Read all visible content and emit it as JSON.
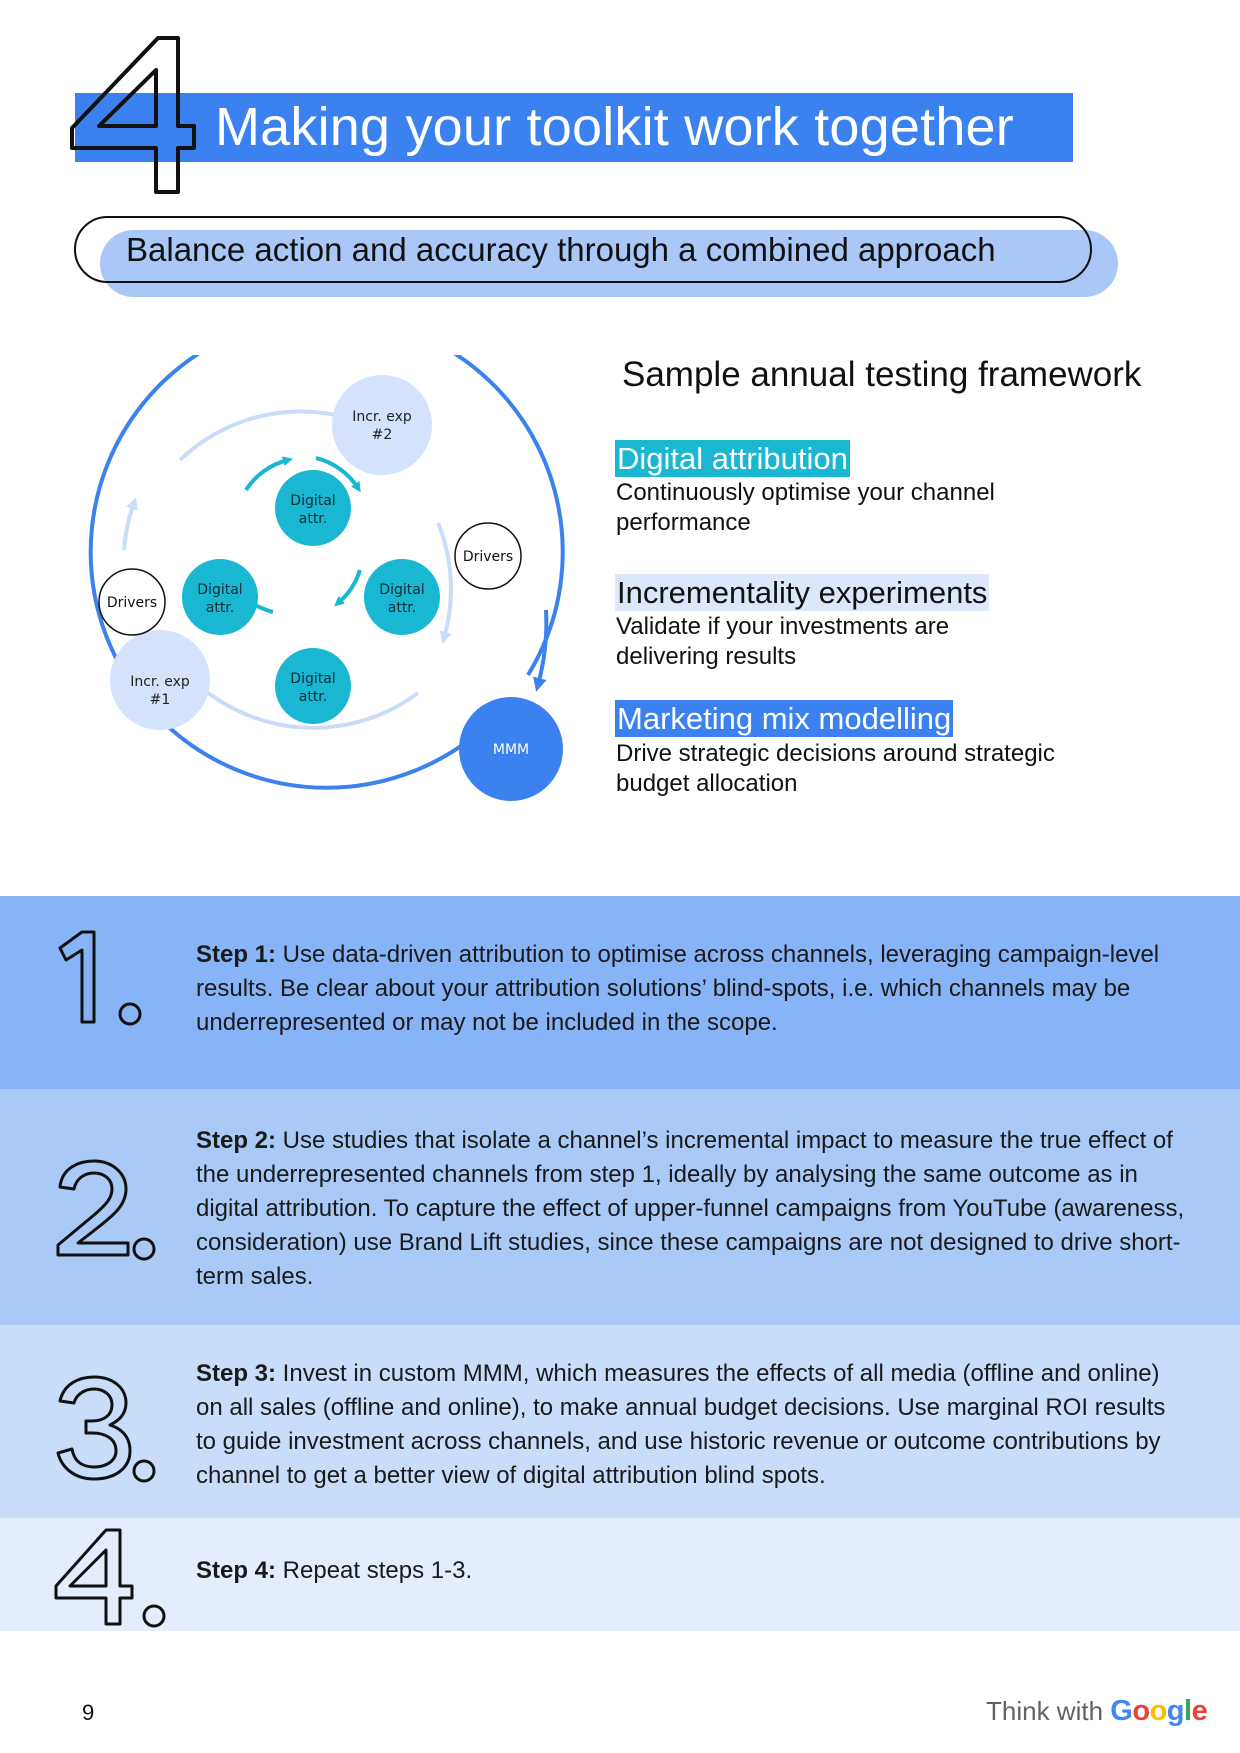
{
  "header": {
    "section_number": "4",
    "title": "Making your toolkit work together"
  },
  "subtitle": "Balance action and accuracy through a combined approach",
  "diagram": {
    "nodes": {
      "digital_top": [
        "Digital",
        "attr."
      ],
      "digital_left": [
        "Digital",
        "attr."
      ],
      "digital_right": [
        "Digital",
        "attr."
      ],
      "digital_bottom": [
        "Digital",
        "attr."
      ],
      "incr_exp_2": [
        "Incr. exp",
        "#2"
      ],
      "incr_exp_1": [
        "Incr. exp",
        "#1"
      ],
      "drivers_right": "Drivers",
      "drivers_left": "Drivers",
      "mmm": "MMM"
    }
  },
  "framework": {
    "title": "Sample annual testing framework",
    "items": [
      {
        "heading": "Digital attribution",
        "description": "Continuously optimise your channel performance",
        "color": "#19b7d2"
      },
      {
        "heading": "Incrementality experiments",
        "description": "Validate if your investments are delivering results",
        "color": "#dce7fb"
      },
      {
        "heading": "Marketing mix modelling",
        "description": "Drive strategic decisions around strategic budget allocation",
        "color": "#3b82f0"
      }
    ]
  },
  "steps": [
    {
      "number": "1.",
      "label": "Step 1:",
      "text": " Use data-driven attribution to optimise across channels, leveraging campaign-level results. Be clear about your attribution solutions’ blind-spots, i.e. which channels may be underrepresented or may not be included in the scope."
    },
    {
      "number": "2.",
      "label": "Step 2:",
      "text": " Use studies that isolate a channel’s incremental impact to measure the true effect of the underrepresented channels from step 1, ideally by analysing the same outcome as in digital attribution. To capture the effect of upper-funnel campaigns from YouTube (awareness, consideration) use Brand Lift studies, since these campaigns are not designed to drive short-term sales."
    },
    {
      "number": "3.",
      "label": "Step 3:",
      "text": " Invest in custom MMM, which measures the effects of all media (offline and online) on all sales (offline and online), to make annual budget decisions. Use marginal ROI results to guide investment across channels, and use historic revenue or outcome contributions by channel to get a better view of digital attribution blind spots."
    },
    {
      "number": "4.",
      "label": "Step 4:",
      "text": " Repeat steps 1-3."
    }
  ],
  "footer": {
    "page_number": "9",
    "brand_prefix": "Think with",
    "brand_name": "Google"
  },
  "colors": {
    "primary_blue": "#3b82f0",
    "teal": "#19b7d2",
    "light_blue": "#a9c8f7"
  }
}
